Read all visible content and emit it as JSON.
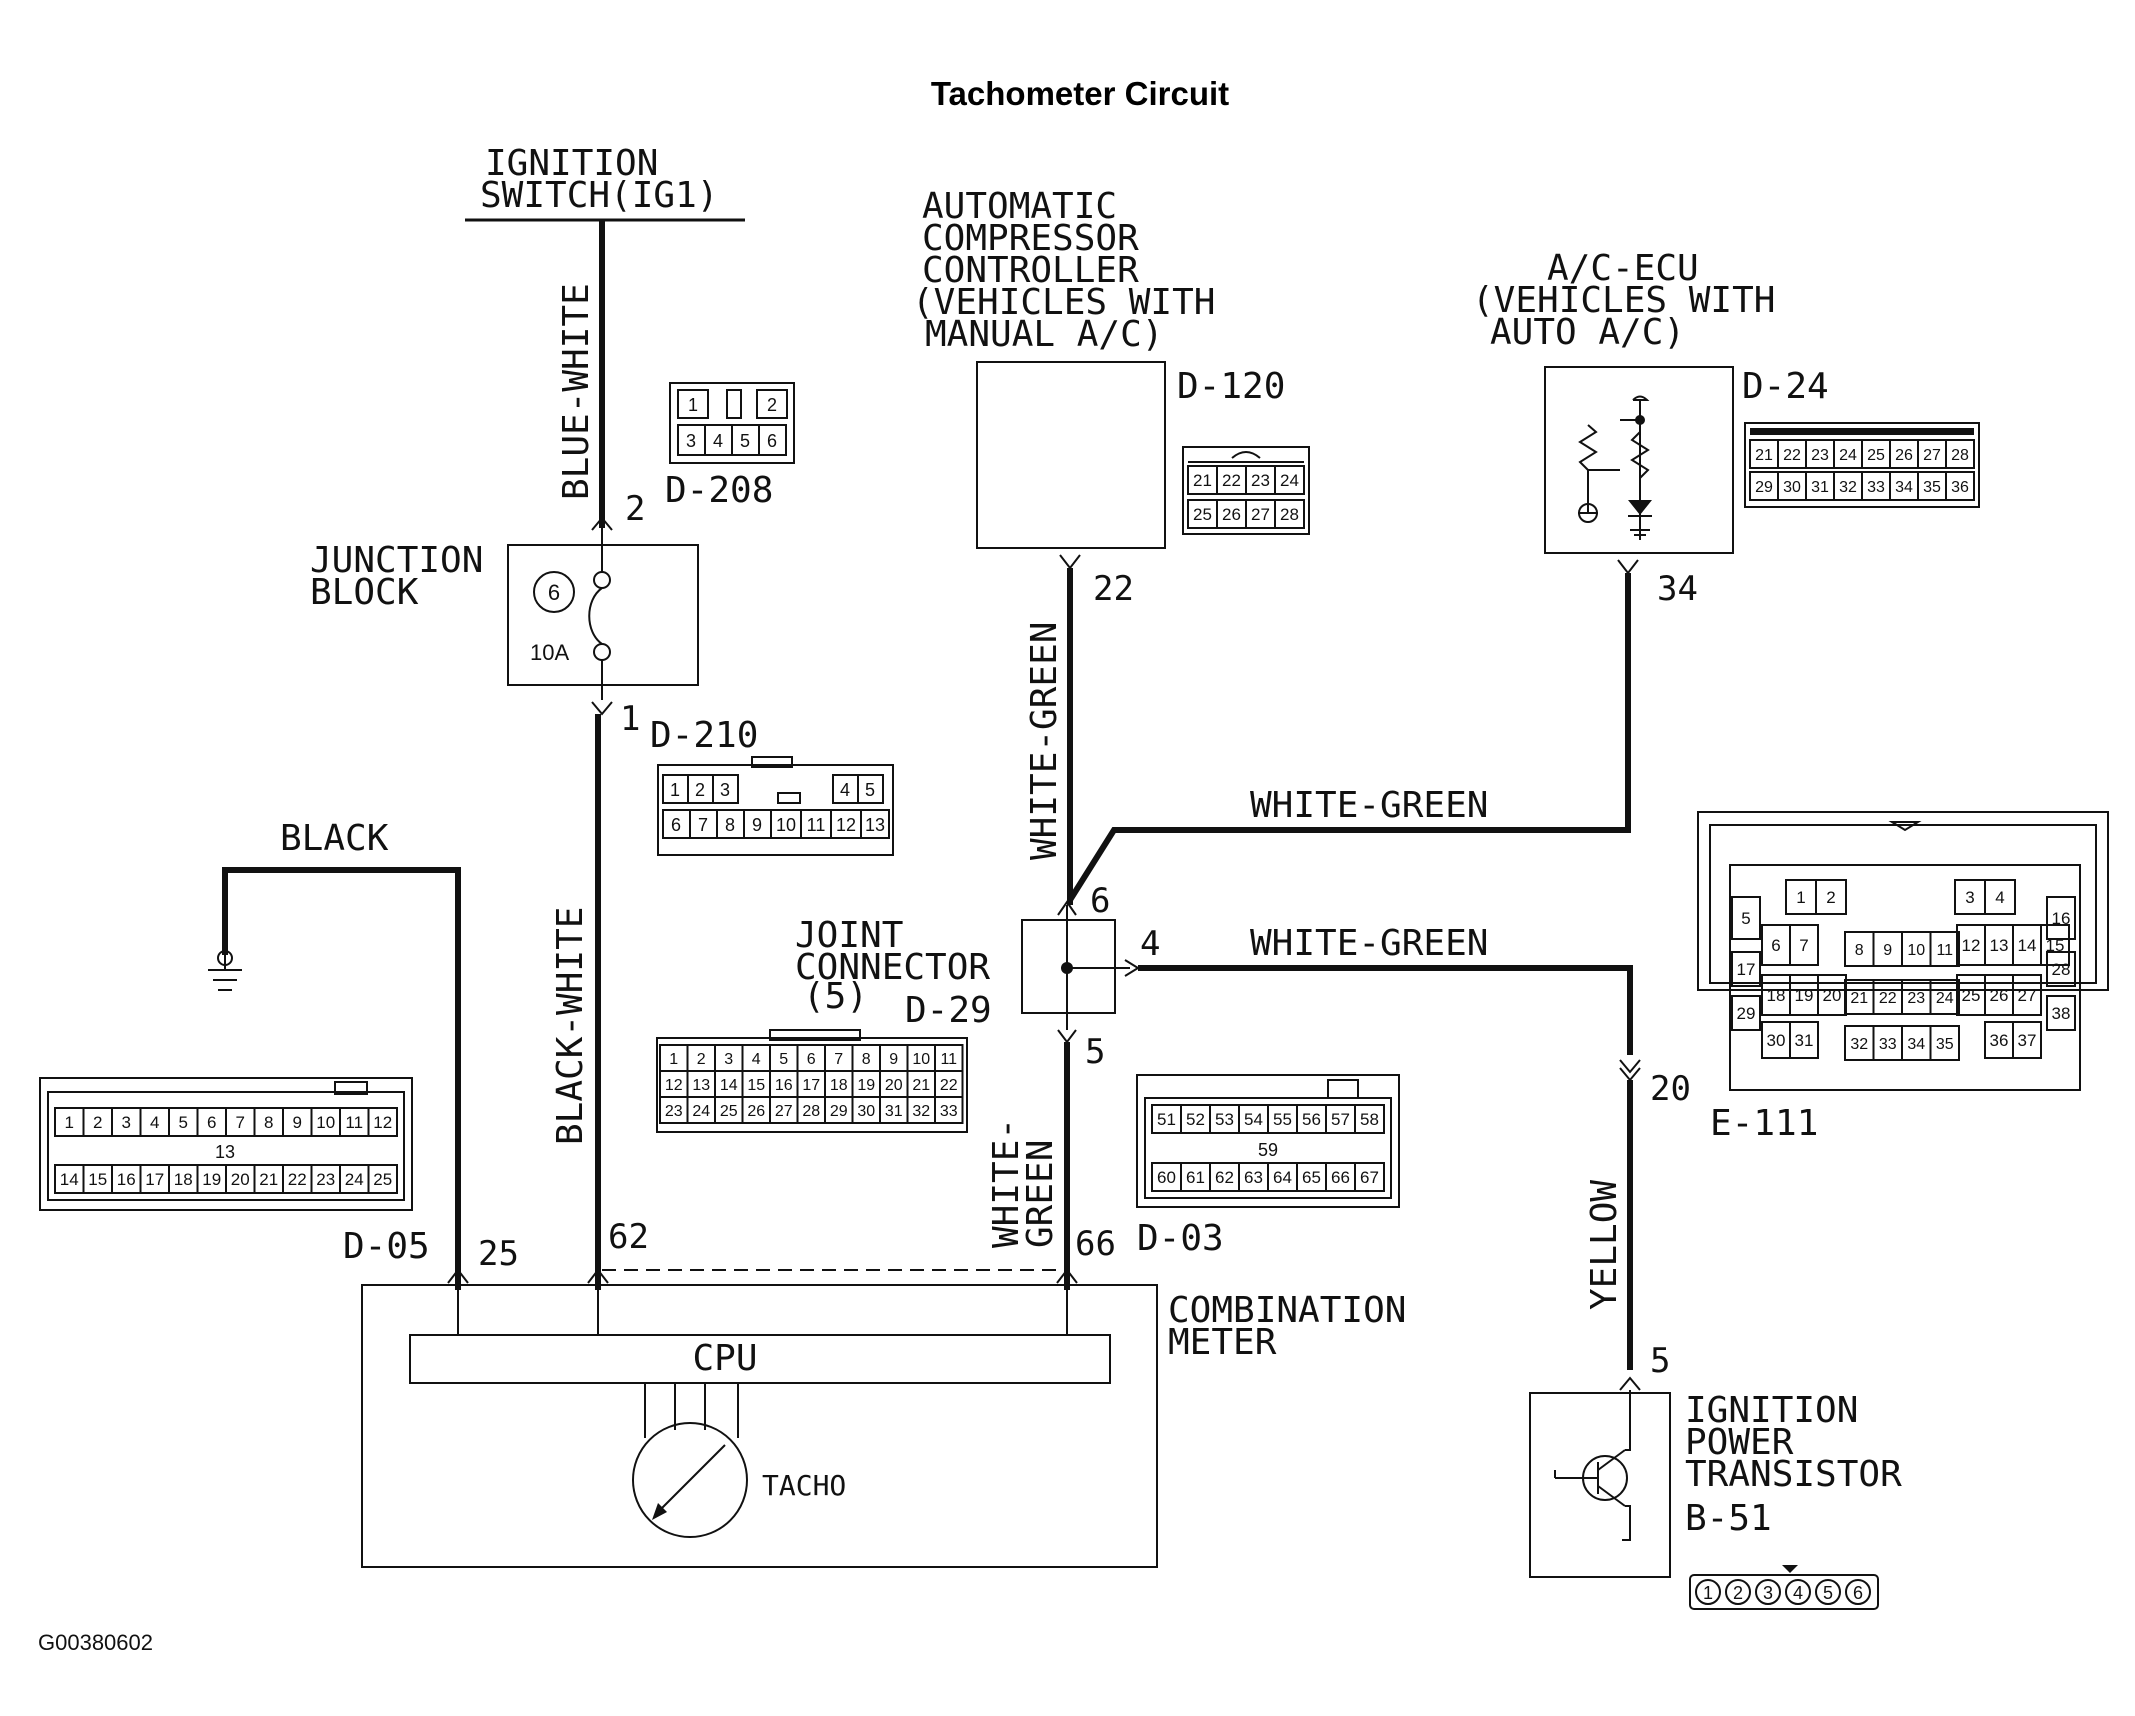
{
  "title": "Tachometer Circuit",
  "footer_code": "G00380602",
  "components": {
    "ignition_switch": {
      "line1": "IGNITION",
      "line2": "SWITCH(IG1)"
    },
    "junction_block": {
      "line1": "JUNCTION",
      "line2": "BLOCK",
      "fuse_no": "6",
      "fuse_rating": "10A"
    },
    "compressor_controller": {
      "line1": "AUTOMATIC",
      "line2": "COMPRESSOR",
      "line3": "CONTROLLER",
      "line4": "(VEHICLES WITH",
      "line5": "MANUAL A/C)",
      "connector": "D-120"
    },
    "ac_ecu": {
      "line1": "A/C-ECU",
      "line2": "(VEHICLES WITH",
      "line3": "AUTO A/C)",
      "connector": "D-24"
    },
    "joint_connector": {
      "line1": "JOINT",
      "line2": "CONNECTOR",
      "line3": "(5)",
      "connector": "D-29"
    },
    "combination_meter": {
      "line1": "COMBINATION",
      "line2": "METER",
      "cpu": "CPU",
      "gauge": "TACHO"
    },
    "ignition_power_transistor": {
      "line1": "IGNITION",
      "line2": "POWER",
      "line3": "TRANSISTOR",
      "connector": "B-51"
    },
    "ground_wire": "BLACK"
  },
  "wires": {
    "blue_white": "BLUE-WHITE",
    "black_white": "BLACK-WHITE",
    "white_green_vertical": "WHITE-GREEN",
    "white_green_upper": "WHITE-GREEN",
    "white_green_lower": "WHITE-GREEN",
    "white_green_meter_1": "WHITE-",
    "white_green_meter_2": "GREEN",
    "yellow": "YELLOW"
  },
  "pins": {
    "jb_in": "2",
    "jb_out": "1",
    "d120": "22",
    "d24": "34",
    "joint_6": "6",
    "joint_4": "4",
    "joint_5": "5",
    "meter_25": "25",
    "meter_62": "62",
    "meter_66": "66",
    "e111": "20",
    "transistor": "5"
  },
  "connectors": {
    "d208": {
      "label": "D-208",
      "row1": [
        "1",
        "",
        "2"
      ],
      "row2": [
        "3",
        "4",
        "5",
        "6"
      ]
    },
    "d120": {
      "row1": [
        "21",
        "22",
        "23",
        "24"
      ],
      "row2": [
        "25",
        "26",
        "27",
        "28"
      ]
    },
    "d24": {
      "row1": [
        "21",
        "22",
        "23",
        "24",
        "25",
        "26",
        "27",
        "28"
      ],
      "row2": [
        "29",
        "30",
        "31",
        "32",
        "33",
        "34",
        "35",
        "36"
      ]
    },
    "d210": {
      "label": "D-210",
      "row1": [
        "1",
        "2",
        "3",
        "",
        "",
        "",
        "4",
        "5"
      ],
      "row2": [
        "6",
        "7",
        "8",
        "9",
        "10",
        "11",
        "12",
        "13"
      ]
    },
    "d29": {
      "row1": [
        "1",
        "2",
        "3",
        "4",
        "5",
        "6",
        "7",
        "8",
        "9",
        "10",
        "11"
      ],
      "row2": [
        "12",
        "13",
        "14",
        "15",
        "16",
        "17",
        "18",
        "19",
        "20",
        "21",
        "22"
      ],
      "row3": [
        "23",
        "24",
        "25",
        "26",
        "27",
        "28",
        "29",
        "30",
        "31",
        "32",
        "33"
      ]
    },
    "d05": {
      "label": "D-05",
      "row1": [
        "1",
        "2",
        "3",
        "4",
        "5",
        "6",
        "7",
        "8",
        "9",
        "10",
        "11",
        "12"
      ],
      "mid": "13",
      "row2": [
        "14",
        "15",
        "16",
        "17",
        "18",
        "19",
        "20",
        "21",
        "22",
        "23",
        "24",
        "25"
      ]
    },
    "d03": {
      "label": "D-03",
      "row1": [
        "51",
        "52",
        "53",
        "54",
        "55",
        "56",
        "57",
        "58"
      ],
      "mid": "59",
      "row2": [
        "60",
        "61",
        "62",
        "63",
        "64",
        "65",
        "66",
        "67"
      ]
    },
    "e111": {
      "label": "E-111",
      "row1": [
        "1",
        "2",
        "3",
        "4"
      ],
      "row2": [
        "5",
        "6",
        "7",
        "8",
        "9",
        "10",
        "11",
        "12",
        "13",
        "14",
        "15",
        "16"
      ],
      "row3": [
        "17",
        "18",
        "19",
        "20",
        "21",
        "22",
        "23",
        "24",
        "25",
        "26",
        "27",
        "28"
      ],
      "row4": [
        "29",
        "30",
        "31",
        "32",
        "33",
        "34",
        "35",
        "36",
        "37",
        "38"
      ]
    },
    "b51": {
      "pins": [
        "1",
        "2",
        "3",
        "4",
        "5",
        "6"
      ]
    }
  }
}
